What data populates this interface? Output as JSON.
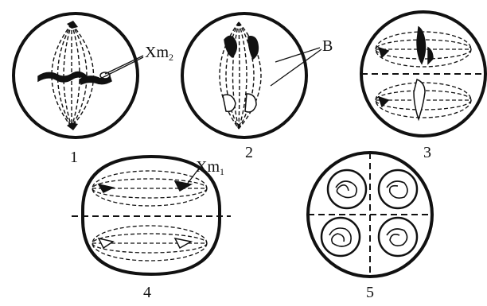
{
  "cells": [
    {
      "id": "1",
      "number": "1"
    },
    {
      "id": "2",
      "number": "2"
    },
    {
      "id": "3",
      "number": "3"
    },
    {
      "id": "4",
      "number": "4"
    },
    {
      "id": "5",
      "number": "5"
    }
  ],
  "annotations": {
    "xm2": {
      "base": "Xm",
      "sub": "2"
    },
    "b": {
      "text": "B"
    },
    "xm1": {
      "base": "Xm",
      "sub": "1"
    }
  },
  "colors": {
    "ink": "#111111",
    "background": "#ffffff"
  }
}
